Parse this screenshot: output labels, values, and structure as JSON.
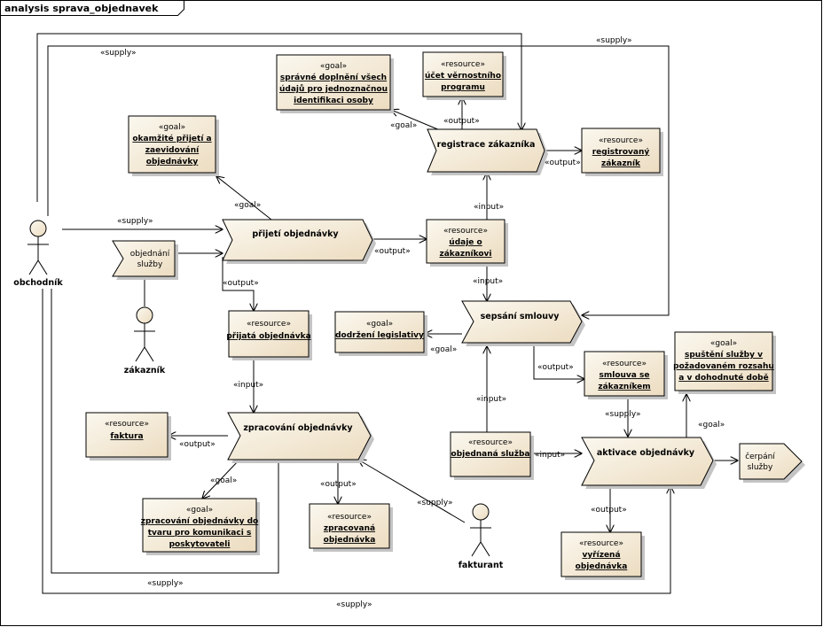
{
  "frame": {
    "title": "analysis sprava_objednavek"
  },
  "actors": {
    "obchodnik": "obchodník",
    "zakaznik": "zákazník",
    "fakturant": "fakturant"
  },
  "processes": {
    "registrace": "registrace zákazníka",
    "prijeti": "přijetí objednávky",
    "sepsani": "sepsání smlouvy",
    "zpracovani": "zpracování objednávky",
    "aktivace": "aktivace objednávky"
  },
  "events": {
    "objednani": [
      "objednání",
      "služby"
    ],
    "cerpani": [
      "čerpání",
      "služby"
    ]
  },
  "boxes": {
    "goal_spravne": {
      "stereo": "«goal»",
      "lines": [
        "správné doplnění všech",
        "údajů pro jednoznačnou",
        "identifikaci osoby"
      ]
    },
    "res_ucet": {
      "stereo": "«resource»",
      "lines": [
        "účet věrnostního",
        "programu"
      ]
    },
    "goal_okamzite": {
      "stereo": "«goal»",
      "lines": [
        "okamžité přijetí a",
        "zaevidování",
        "objednávky"
      ]
    },
    "res_registrovany": {
      "stereo": "«resource»",
      "lines": [
        "registrovaný",
        "zákazník"
      ]
    },
    "res_udaje": {
      "stereo": "«resource»",
      "lines": [
        "údaje o",
        "zákazníkovi"
      ]
    },
    "res_prijata": {
      "stereo": "«resource»",
      "lines": [
        "přijatá objednávka"
      ]
    },
    "goal_dodrzeni": {
      "stereo": "«goal»",
      "lines": [
        "dodržení legislativy"
      ]
    },
    "res_smlouva": {
      "stereo": "«resource»",
      "lines": [
        "smlouva se",
        "zákazníkem"
      ]
    },
    "goal_spusteni": {
      "stereo": "«goal»",
      "lines": [
        "spuštění služby v",
        "požadovaném rozsahu",
        "a v dohodnuté době"
      ]
    },
    "res_faktura": {
      "stereo": "«resource»",
      "lines": [
        "faktura"
      ]
    },
    "res_objednana": {
      "stereo": "«resource»",
      "lines": [
        "objednaná služba"
      ]
    },
    "goal_zpracovani": {
      "stereo": "«goal»",
      "lines": [
        "zpracování objednávky do",
        "tvaru pro komunikaci s",
        "poskytovateli"
      ]
    },
    "res_zpracovana": {
      "stereo": "«resource»",
      "lines": [
        "zpracovaná",
        "objednávka"
      ]
    },
    "res_vyrizena": {
      "stereo": "«resource»",
      "lines": [
        "vyřízená",
        "objednávka"
      ]
    }
  },
  "labels": {
    "supply": "«supply»",
    "goal": "«goal»",
    "input": "«input»",
    "output": "«output»"
  }
}
